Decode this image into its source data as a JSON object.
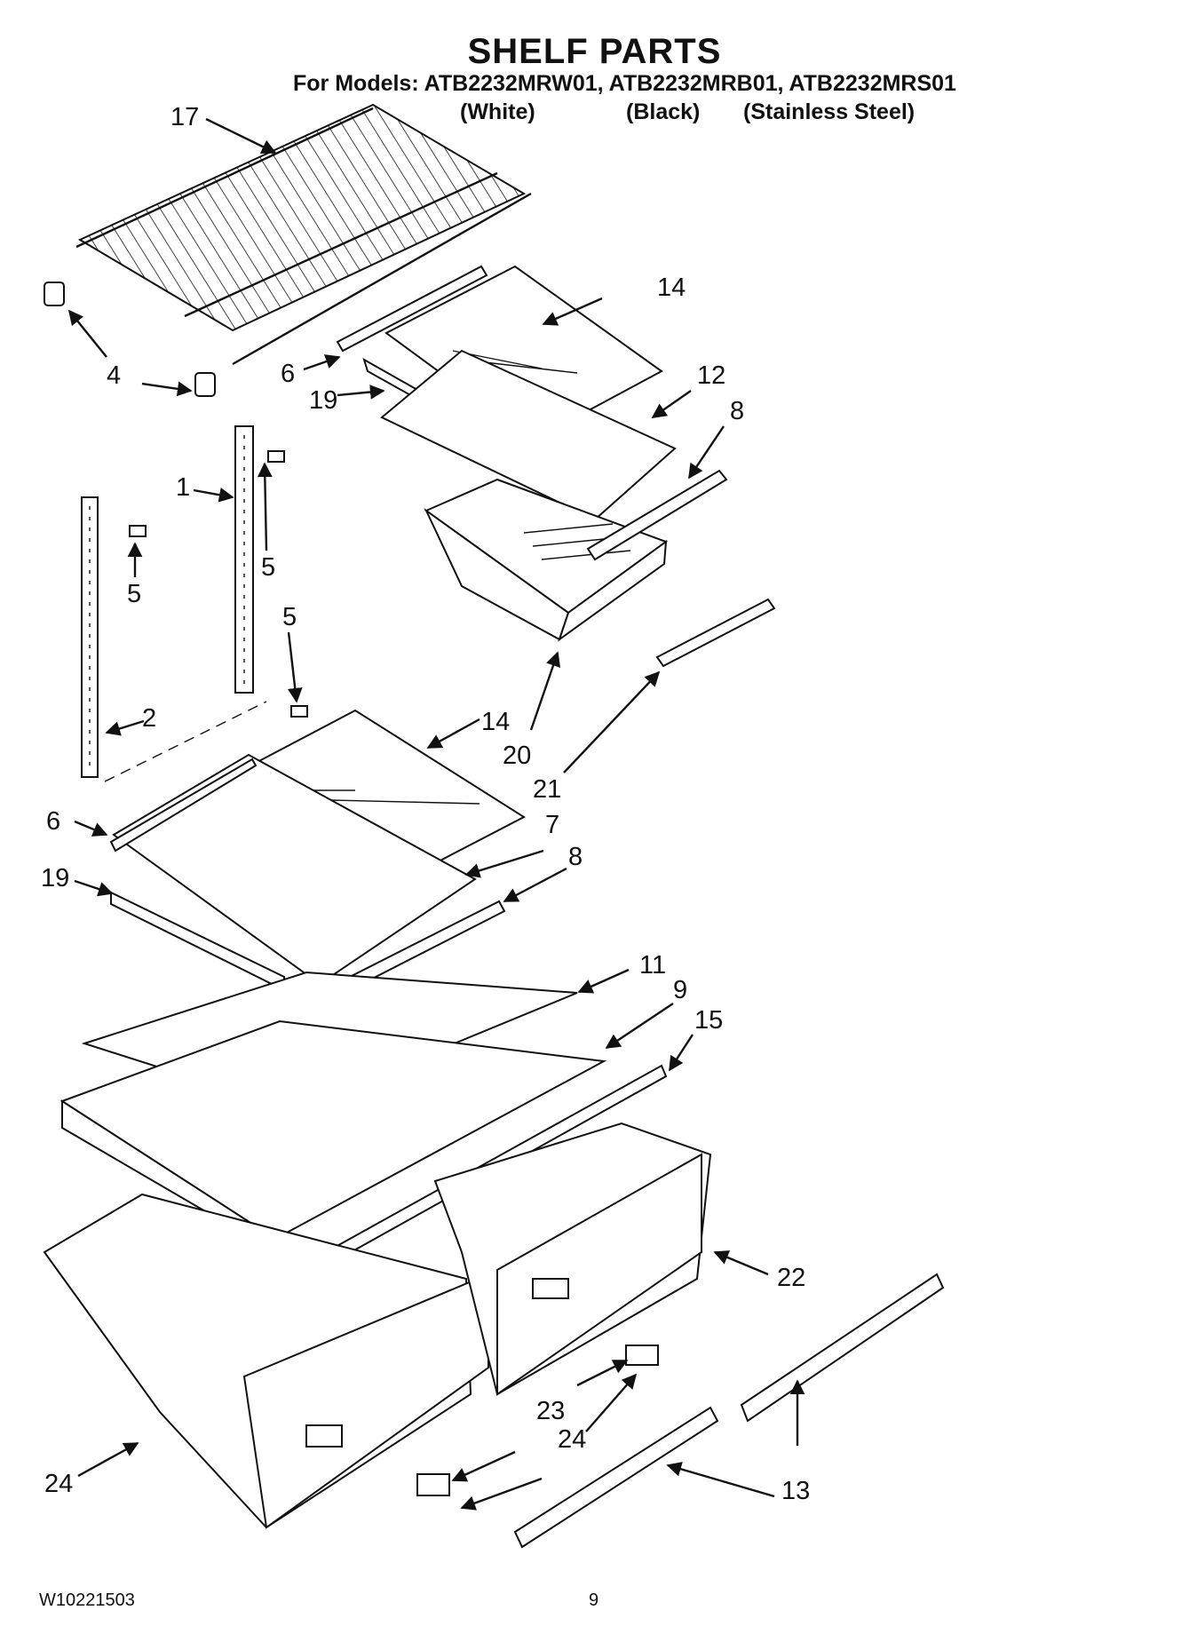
{
  "header": {
    "title": "SHELF PARTS",
    "models_line": "For Models: ATB2232MRW01, ATB2232MRB01, ATB2232MRS01",
    "variants": [
      "(White)",
      "(Black)",
      "(Stainless Steel)"
    ]
  },
  "callouts": [
    "17",
    "14",
    "4",
    "6",
    "19",
    "12",
    "8",
    "1",
    "5",
    "5",
    "5",
    "2",
    "14",
    "20",
    "21",
    "6",
    "7",
    "19",
    "8",
    "11",
    "9",
    "15",
    "22",
    "23",
    "24",
    "24",
    "13"
  ],
  "footer": {
    "doc_number": "W10221503",
    "page_number": "9"
  }
}
